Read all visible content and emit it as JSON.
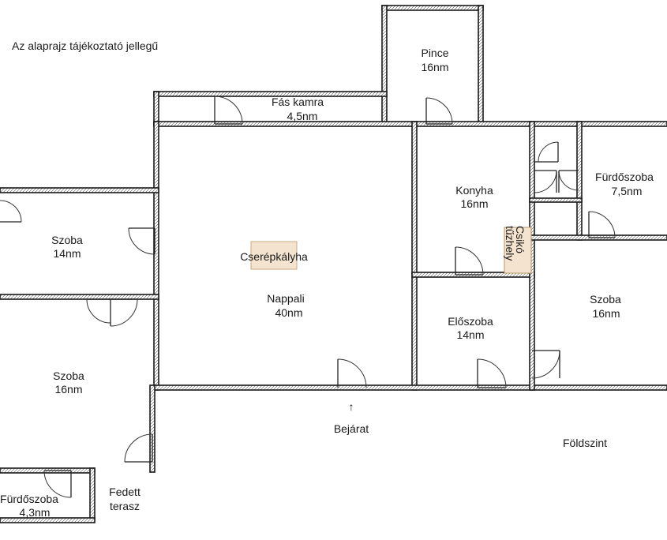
{
  "note": "Az alaprajz tájékoztató jellegű",
  "level": "Földszint",
  "entrance": {
    "label": "Bejárat",
    "arrow": "↑"
  },
  "rooms": {
    "pince": {
      "name": "Pince",
      "area": "16nm"
    },
    "fas_kamra": {
      "name": "Fás kamra",
      "area": "4,5nm"
    },
    "nappali": {
      "name": "Nappali",
      "area": "40nm"
    },
    "konyha": {
      "name": "Konyha",
      "area": "16nm"
    },
    "furdoszoba_nagy": {
      "name": "Fürdőszoba",
      "area": "7,5nm"
    },
    "szoba_bal_felso": {
      "name": "Szoba",
      "area": "14nm"
    },
    "szoba_bal_also": {
      "name": "Szoba",
      "area": "16nm"
    },
    "eloszoba": {
      "name": "Előszoba",
      "area": "14nm"
    },
    "szoba_jobb": {
      "name": "Szoba",
      "area": "16nm"
    },
    "furdoszoba_kicsi": {
      "name": "Fürdőszoba",
      "area": "4,3nm"
    },
    "fedett_terasz": {
      "name": "Fedett",
      "name2": "terasz"
    }
  },
  "fixtures": {
    "cserepkalyha": "Cserépkályha",
    "csiko_tuzhely_1": "Csikó",
    "csiko_tuzhely_2": "tűzhely"
  }
}
